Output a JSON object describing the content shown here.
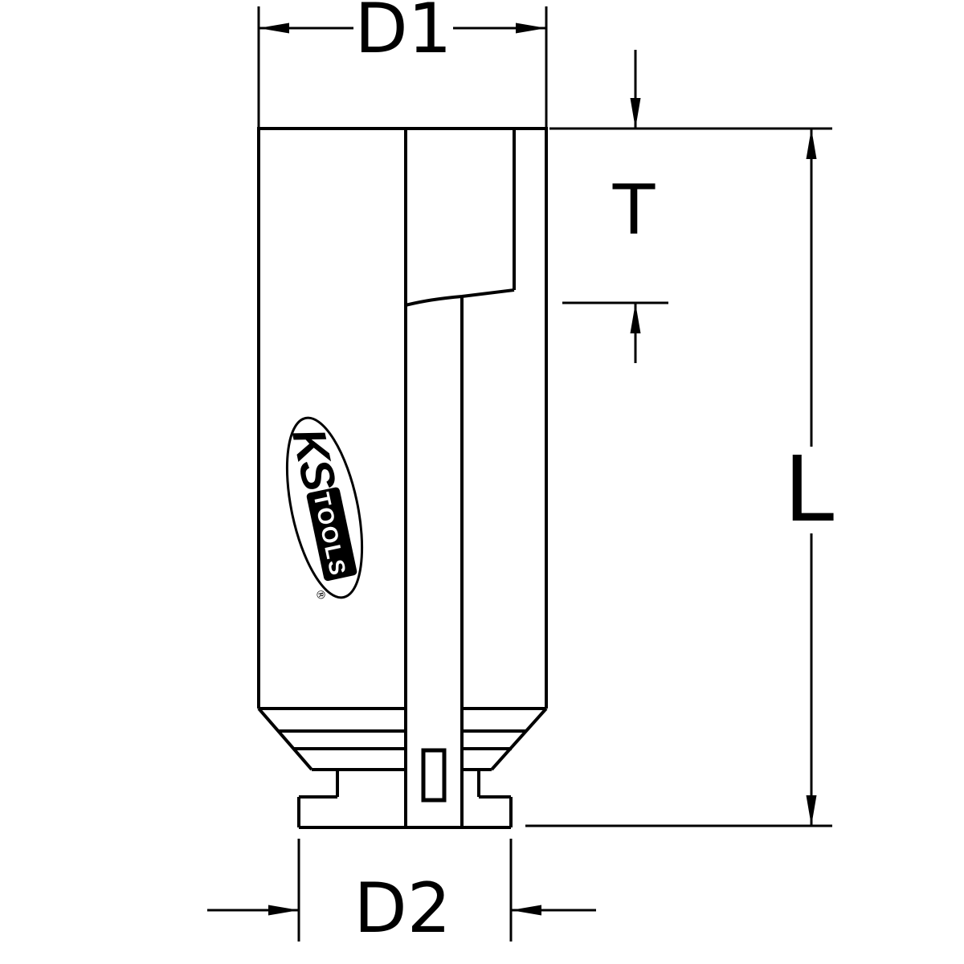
{
  "drawing": {
    "type": "technical-dimension-drawing",
    "subject": "deep impact socket cross-section",
    "labels": {
      "d1": "D1",
      "t": "T",
      "l": "L",
      "d2": "D2"
    },
    "logo": {
      "ks": "KS",
      "tools": "TOOLS",
      "registered": "®"
    },
    "colors": {
      "line": "#000000",
      "background": "#ffffff"
    }
  }
}
